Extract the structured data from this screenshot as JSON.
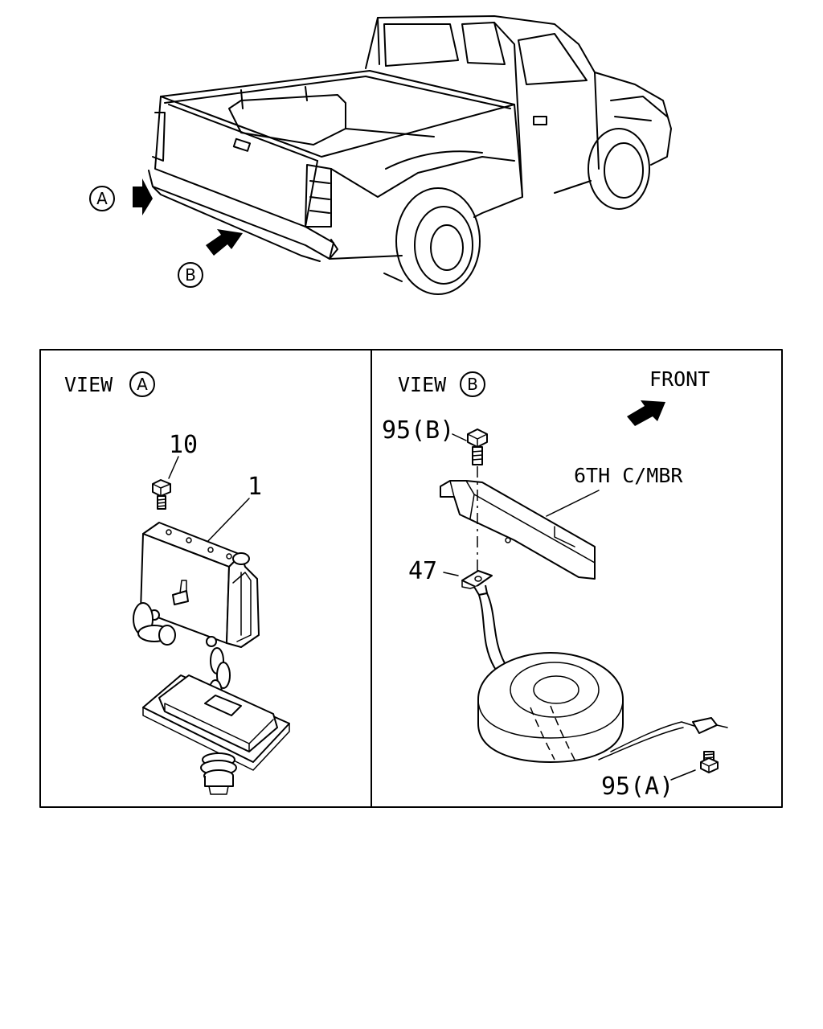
{
  "overview": {
    "view_a_marker": "A",
    "view_b_marker": "B"
  },
  "panel_a": {
    "view_label": "VIEW",
    "view_marker": "A",
    "callouts": [
      "10",
      "1"
    ]
  },
  "panel_b": {
    "view_label": "VIEW",
    "view_marker": "B",
    "direction_label": "FRONT",
    "member_label": "6TH C/MBR",
    "callouts": [
      "95(B)",
      "47",
      "95(A)"
    ]
  }
}
